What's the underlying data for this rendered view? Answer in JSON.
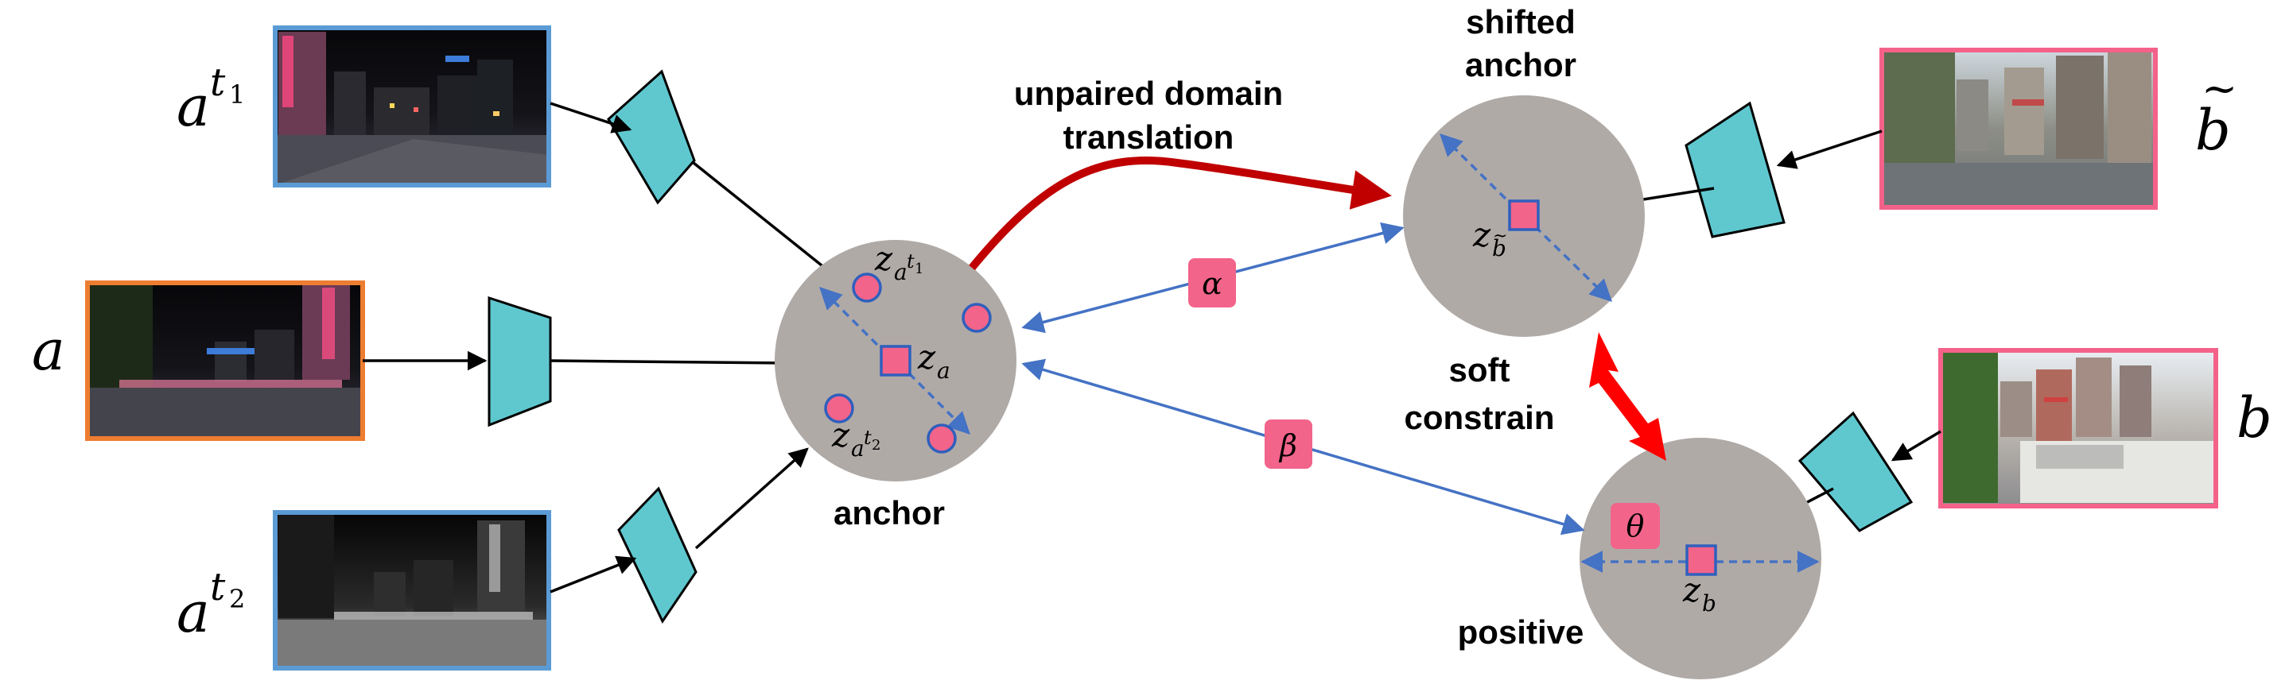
{
  "colors": {
    "circle": "#b0aaa7",
    "encoder": "#5fc8cf",
    "pink": "#f2648a",
    "blue_line": "#4472c4",
    "blue_frame": "#5b9bd5",
    "orange_frame": "#ed7d31",
    "pink_frame": "#f4628a",
    "dark_red": "#c00000",
    "red": "#ff0000",
    "black": "#000000"
  },
  "inputs": {
    "a_t1": {
      "base": "a",
      "sup": "t",
      "sub": "1"
    },
    "a": {
      "base": "a"
    },
    "a_t2": {
      "base": "a",
      "sup": "t",
      "sub": "2"
    },
    "b_tilde": {
      "base": "b",
      "accent": "~"
    },
    "b": {
      "base": "b"
    }
  },
  "anchor": {
    "label": "anchor",
    "z_a_t1": {
      "base": "z",
      "sub": "a",
      "subsup": "t",
      "subsupsub": "1"
    },
    "z_a": {
      "base": "z",
      "sub": "a"
    },
    "z_a_t2": {
      "base": "z",
      "sub": "a",
      "subsup": "t",
      "subsupsub": "2"
    }
  },
  "shifted_anchor": {
    "label_line1": "shifted",
    "label_line2": "anchor",
    "z_b_tilde": {
      "base": "z",
      "sub": "b",
      "accent": "~"
    }
  },
  "positive": {
    "label": "positive",
    "z_b": {
      "base": "z",
      "sub": "b"
    }
  },
  "translation_label": {
    "line1": "unpaired domain",
    "line2": "translation"
  },
  "soft_constrain": {
    "line1": "soft",
    "line2": "constrain"
  },
  "alpha": "α",
  "beta": "β",
  "theta": "θ",
  "icons": {
    "encoder": "trapezoid-encoder-icon",
    "photo": "street-photo-icon"
  }
}
